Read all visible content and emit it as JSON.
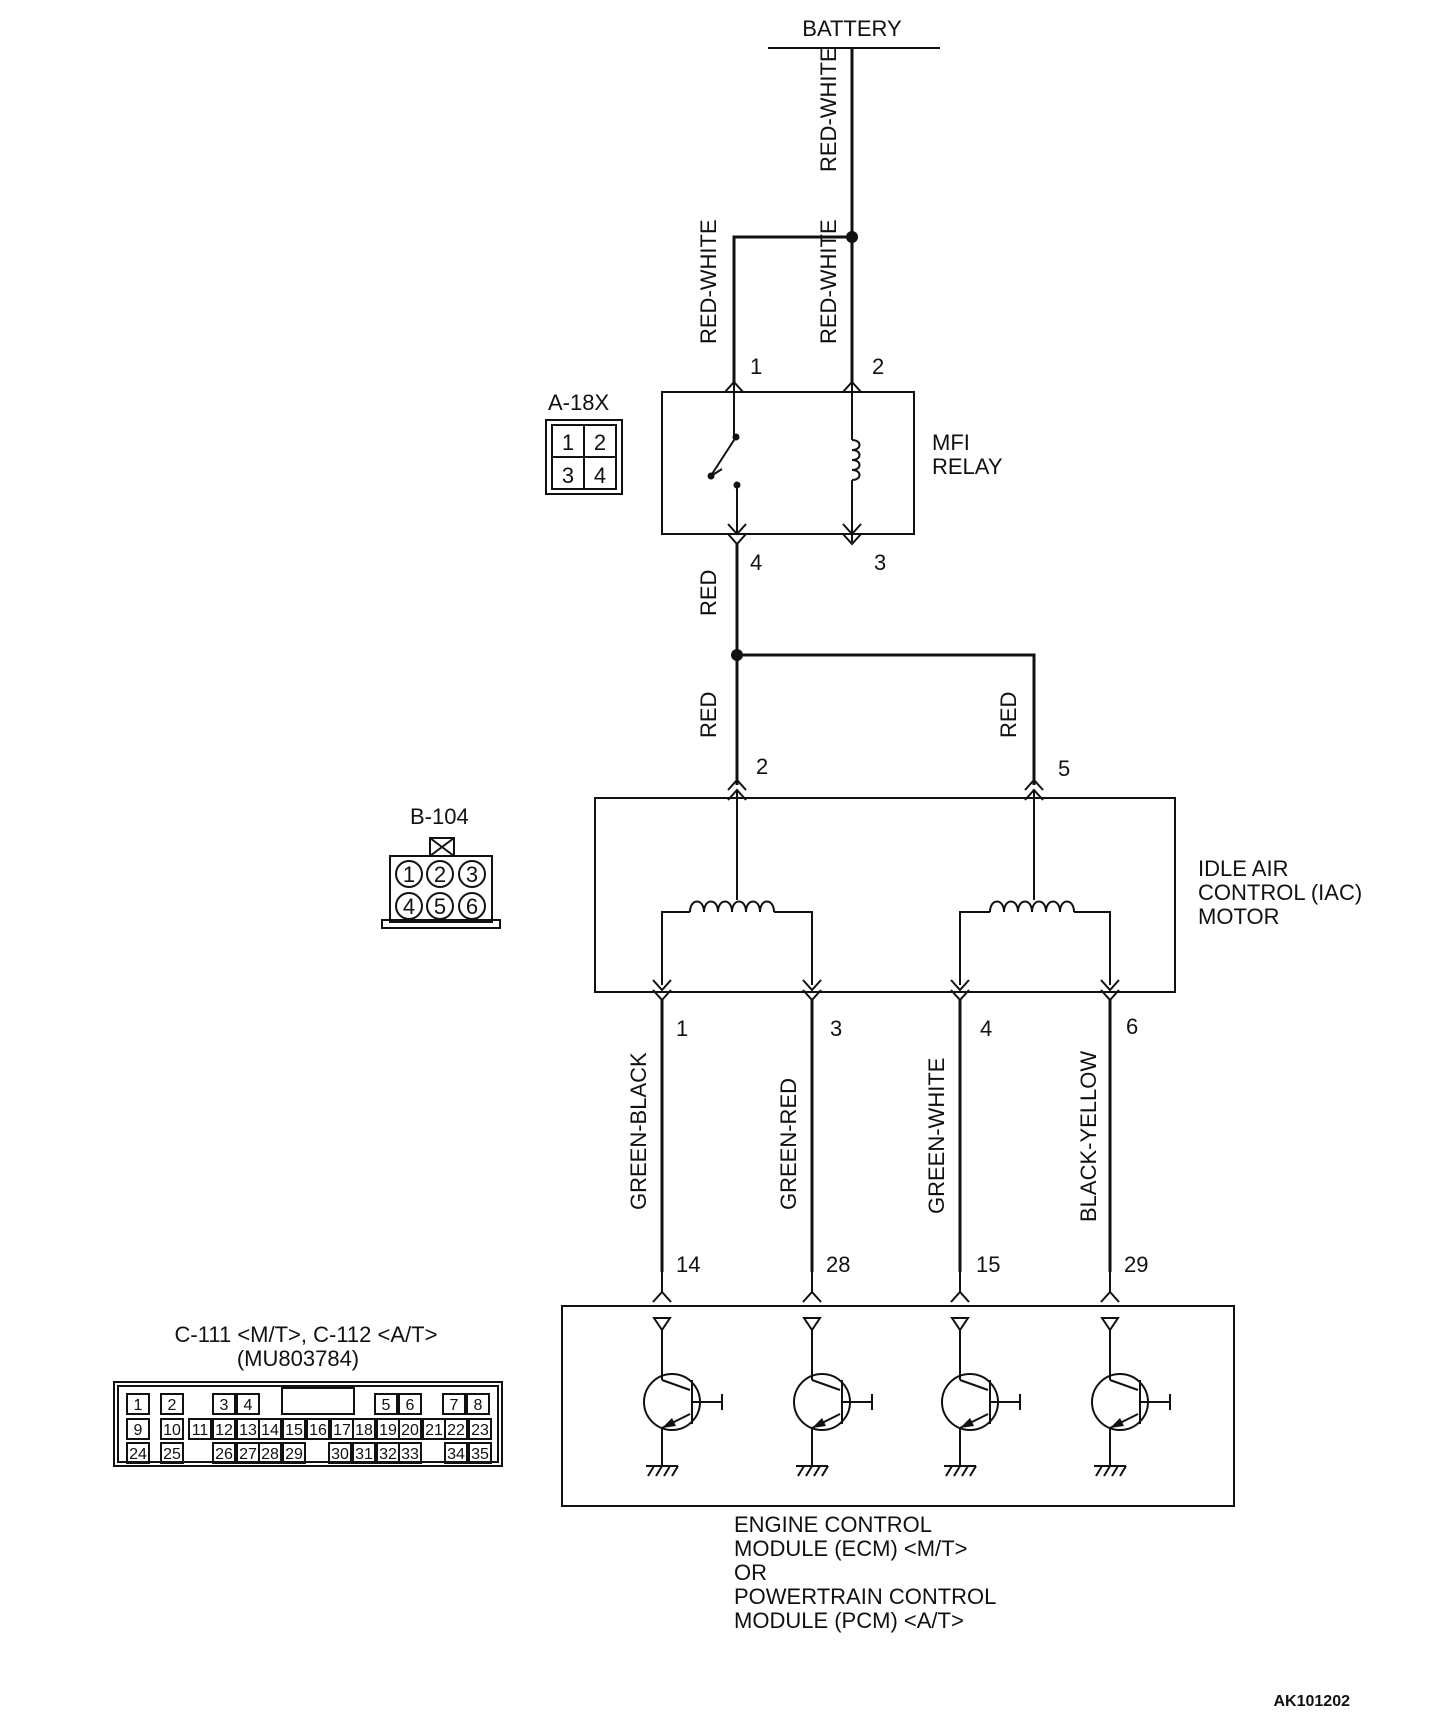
{
  "battery_label": "BATTERY",
  "wires": {
    "battery_feed": "RED-WHITE",
    "relay_pin1": "RED-WHITE",
    "relay_pin2": "RED-WHITE",
    "relay_pin4": "RED",
    "iac_pin2": "RED",
    "iac_pin5": "RED",
    "iac_pin1": "GREEN-BLACK",
    "iac_pin3": "GREEN-RED",
    "iac_pin4": "GREEN-WHITE",
    "iac_pin6": "BLACK-YELLOW"
  },
  "relay": {
    "label_line1": "MFI",
    "label_line2": "RELAY",
    "pins": [
      "1",
      "2",
      "4",
      "3"
    ]
  },
  "connector_a18x": {
    "label": "A-18X",
    "pins": [
      "1",
      "2",
      "3",
      "4"
    ]
  },
  "iac_motor": {
    "label_line1": "IDLE AIR",
    "label_line2": "CONTROL (IAC)",
    "label_line3": "MOTOR",
    "pins_top": [
      "2",
      "5"
    ],
    "pins_bottom": [
      "1",
      "3",
      "4",
      "6"
    ]
  },
  "connector_b104": {
    "label": "B-104",
    "pins": [
      "1",
      "2",
      "3",
      "4",
      "5",
      "6"
    ]
  },
  "ecm_pins": [
    "14",
    "28",
    "15",
    "29"
  ],
  "connector_c111": {
    "label_line1": "C-111 <M/T>, C-112 <A/T>",
    "label_line2": "(MU803784)",
    "row1": [
      "1",
      "2",
      "3",
      "4",
      "5",
      "6",
      "7",
      "8"
    ],
    "row2": [
      "9",
      "10",
      "11",
      "12",
      "13",
      "14",
      "15",
      "16",
      "17",
      "18",
      "19",
      "20",
      "21",
      "22",
      "23"
    ],
    "row3": [
      "24",
      "25",
      "26",
      "27",
      "28",
      "29",
      "30",
      "31",
      "32",
      "33",
      "34",
      "35"
    ]
  },
  "ecm": {
    "line1": "ENGINE CONTROL",
    "line2": "MODULE (ECM) <M/T>",
    "line3": "OR",
    "line4": "POWERTRAIN CONTROL",
    "line5": "MODULE (PCM) <A/T>"
  },
  "figure_code": "AK101202"
}
